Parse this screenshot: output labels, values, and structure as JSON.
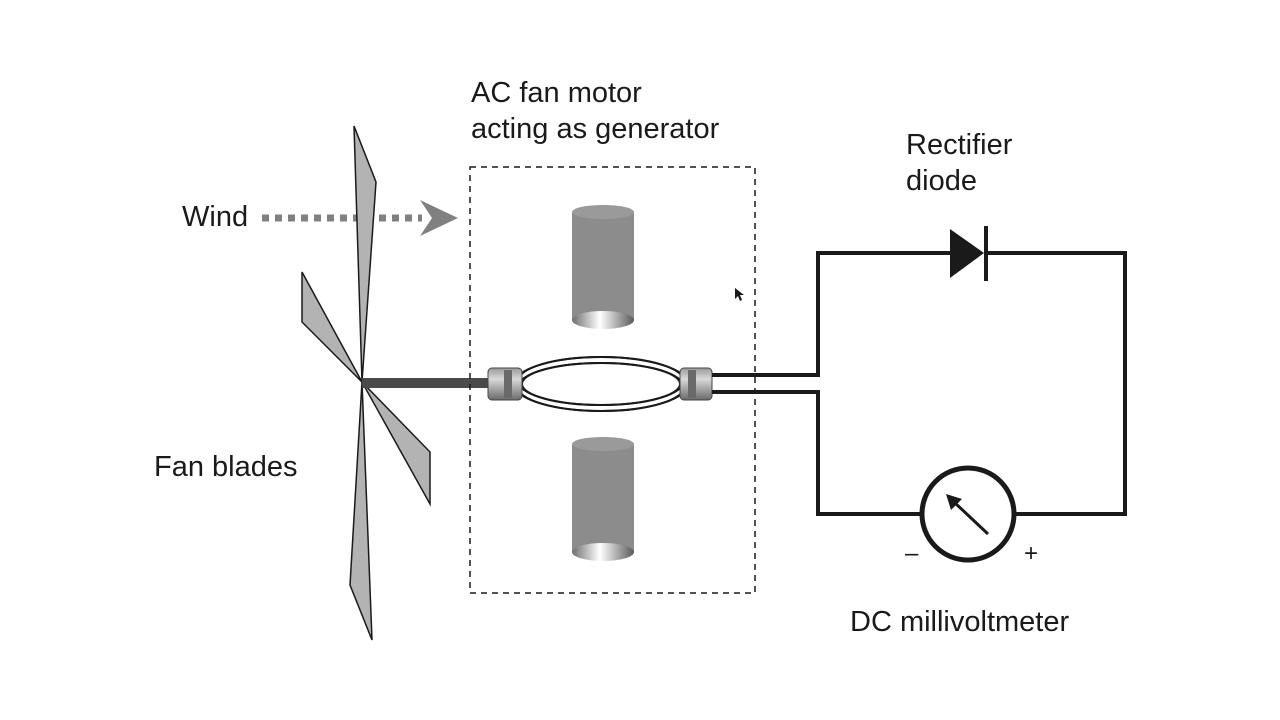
{
  "labels": {
    "motor_line1": "AC fan motor",
    "motor_line2": "acting as generator",
    "rectifier_line1": "Rectifier",
    "rectifier_line2": "diode",
    "wind": "Wind",
    "fan_blades": "Fan blades",
    "meter": "DC millivoltmeter",
    "minus": "–",
    "plus": "+"
  },
  "colors": {
    "stroke": "#1a1a1a",
    "magnet_gray": "#8c8c8c",
    "blade_gray": "#b3b3b3",
    "arrow_gray": "#808080",
    "shaft": "#4a4a4a"
  }
}
